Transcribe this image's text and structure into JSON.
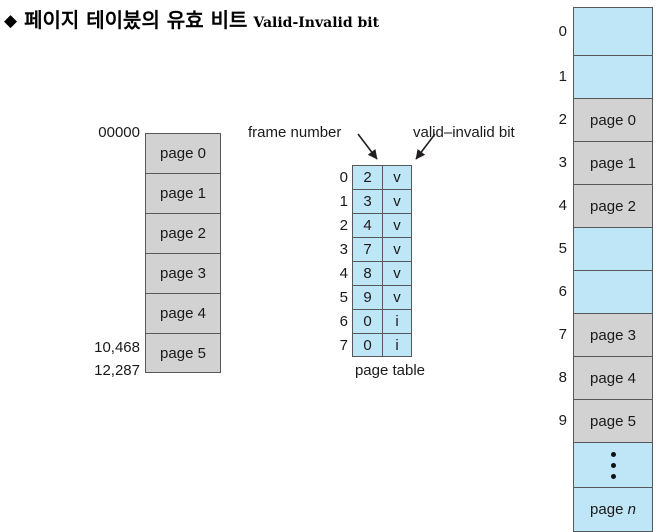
{
  "slide": {
    "bullet_icon": "diamond-bullet-icon",
    "bullet_glyph": "◆",
    "title_ko": "페이지 테이붔의 유효 비트",
    "title_en": "Valid-Invalid bit"
  },
  "colors": {
    "blue_fill": "#bfe6f7",
    "gray_fill": "#d2d2d2",
    "border": "#58585a",
    "text": "#1a1a1a"
  },
  "logical_memory": {
    "address_top": "00000",
    "address_mid": "10,468",
    "address_bottom": "12,287",
    "cells": [
      {
        "label": "page 0",
        "fill": "gray"
      },
      {
        "label": "page 1",
        "fill": "gray"
      },
      {
        "label": "page 2",
        "fill": "gray"
      },
      {
        "label": "page 3",
        "fill": "gray"
      },
      {
        "label": "page 4",
        "fill": "gray"
      },
      {
        "label": "page 5",
        "fill": "gray"
      }
    ]
  },
  "page_table": {
    "caption": "page table",
    "label_frame_number": "frame number",
    "label_valid_bit": "valid–invalid bit",
    "rows": [
      {
        "index": "0",
        "frame": "2",
        "valid": "v"
      },
      {
        "index": "1",
        "frame": "3",
        "valid": "v"
      },
      {
        "index": "2",
        "frame": "4",
        "valid": "v"
      },
      {
        "index": "3",
        "frame": "7",
        "valid": "v"
      },
      {
        "index": "4",
        "frame": "8",
        "valid": "v"
      },
      {
        "index": "5",
        "frame": "9",
        "valid": "v"
      },
      {
        "index": "6",
        "frame": "0",
        "valid": "i"
      },
      {
        "index": "7",
        "frame": "0",
        "valid": "i"
      }
    ]
  },
  "physical_memory": {
    "rows": [
      {
        "index": "0",
        "label": "",
        "fill": "blue",
        "height": 48
      },
      {
        "index": "1",
        "label": "",
        "fill": "blue",
        "height": 43
      },
      {
        "index": "2",
        "label": "page 0",
        "fill": "gray",
        "height": 43
      },
      {
        "index": "3",
        "label": "page 1",
        "fill": "gray",
        "height": 43
      },
      {
        "index": "4",
        "label": "page 2",
        "fill": "gray",
        "height": 43
      },
      {
        "index": "5",
        "label": "",
        "fill": "blue",
        "height": 43
      },
      {
        "index": "6",
        "label": "",
        "fill": "blue",
        "height": 43
      },
      {
        "index": "7",
        "label": "page 3",
        "fill": "gray",
        "height": 43
      },
      {
        "index": "8",
        "label": "page 4",
        "fill": "gray",
        "height": 43
      },
      {
        "index": "9",
        "label": "page 5",
        "fill": "gray",
        "height": 43
      },
      {
        "index": "",
        "label": "vertical-dots",
        "fill": "blue",
        "height": 45
      },
      {
        "index": "",
        "label": "page n",
        "fill": "blue",
        "height": 45
      }
    ]
  }
}
